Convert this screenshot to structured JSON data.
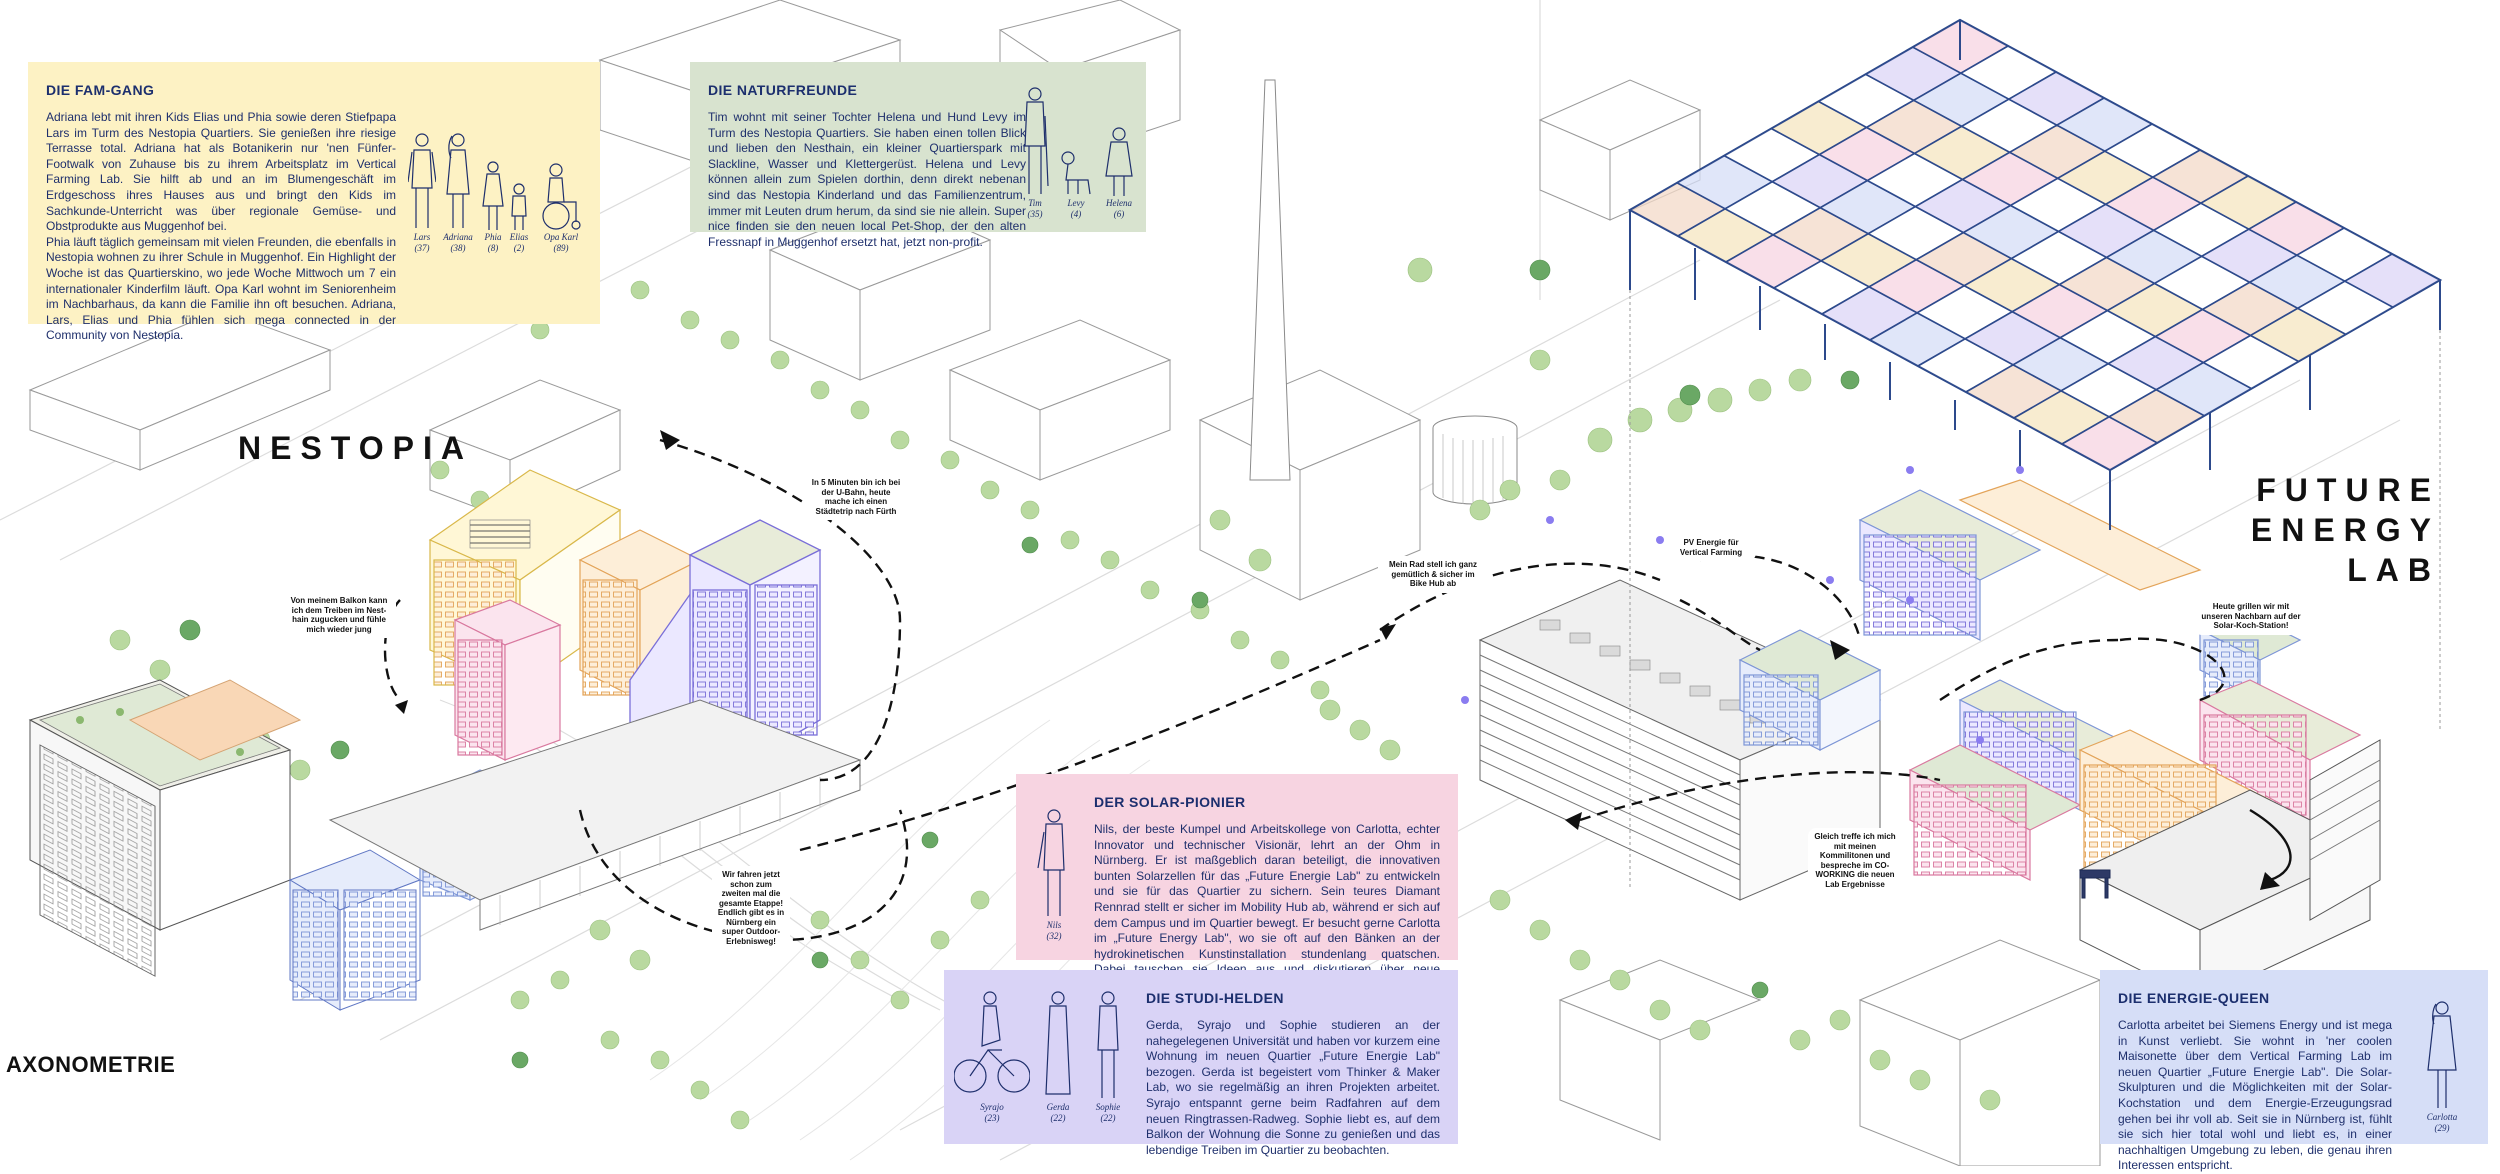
{
  "header": {
    "label_axonometrie": "AXONOMETRIE",
    "title_nestopia": "NESTOPIA",
    "title_future": [
      "FUTURE",
      "ENERGY",
      "LAB"
    ]
  },
  "panels": {
    "famgang": {
      "title": "DIE FAM-GANG",
      "p1": "Adriana lebt mit ihren Kids Elias und Phia sowie deren Stiefpapa Lars im Turm des Nestopia Quartiers. Sie genießen ihre riesige Terrasse total. Adriana hat als Botanikerin nur 'nen Fünfer-Footwalk von Zuhause bis zu ihrem Arbeitsplatz im Vertical Farming Lab. Sie hilft ab und an im Blumengeschäft im Erdgeschoss ihres Hauses aus und bringt den Kids im Sachkunde-Unterricht was über regionale Gemüse- und Obstprodukte aus Muggenhof bei.",
      "p2": "Phia läuft täglich gemeinsam mit vielen Freunden, die ebenfalls in Nestopia wohnen zu ihrer Schule in Muggenhof. Ein Highlight der Woche ist das Quartierskino, wo jede Woche Mittwoch um 7 ein internationaler Kinderfilm läuft. Opa Karl wohnt im Seniorenheim im Nachbarhaus, da kann die Familie ihn oft besuchen. Adriana, Lars, Elias und Phia fühlen sich mega connected in der Community von Nestopia.",
      "people": [
        {
          "name": "Lars",
          "age": "(37)"
        },
        {
          "name": "Adriana",
          "age": "(38)"
        },
        {
          "name": "Phia",
          "age": "(8)"
        },
        {
          "name": "Elias",
          "age": "(2)"
        },
        {
          "name": "Opa Karl",
          "age": "(89)"
        }
      ]
    },
    "naturfreunde": {
      "title": "DIE NATURFREUNDE",
      "p1": "Tim wohnt mit seiner Tochter Helena und Hund Levy im Turm des Nestopia Quartiers. Sie haben einen tollen Blick und lieben den Nesthain, ein kleiner Quartierspark mit Slackline, Wasser und Klettergerüst. Helena und Levy können allein zum Spielen dorthin, denn direkt nebenan sind das Nestopia Kinderland und das Familienzentrum, immer mit Leuten drum herum, da sind sie nie allein. Super nice finden sie den neuen local Pet-Shop, der den alten Fressnapf in Muggenhof ersetzt hat, jetzt non-profit.",
      "people": [
        {
          "name": "Tim",
          "age": "(35)"
        },
        {
          "name": "Levy",
          "age": "(4)"
        },
        {
          "name": "Helena",
          "age": "(6)"
        }
      ]
    },
    "solarpionier": {
      "title": "DER SOLAR-PIONIER",
      "p1": "Nils, der beste Kumpel und Arbeitskollege von Carlotta, echter Innovator und technischer Visionär, lehrt an der Ohm in Nürnberg. Er ist maßgeblich daran beteiligt, die innovativen bunten Solarzellen für das „Future Energie Lab\" zu entwickeln und sie für das Quartier zu sichern. Sein teures Diamant Rennrad stellt er sicher im Mobility Hub ab, während er sich auf dem Campus und im Quartier bewegt. Er besucht gerne Carlotta im „Future Energy Lab\", wo sie oft auf den Bänken an der hydrokinetischen Kunstinstallation stundenlang quatschen. Dabei tauschen sie Ideen aus und diskutieren über neue Entwicklungen der nachhaltigen Energiegewinnung.",
      "people": [
        {
          "name": "Nils",
          "age": "(32)"
        }
      ]
    },
    "studihelden": {
      "title": "DIE STUDI-HELDEN",
      "p1": "Gerda, Syrajo und Sophie studieren an der nahegelegenen Universität und haben vor kurzem eine Wohnung im neuen Quartier „Future Energie Lab\" bezogen. Gerda ist begeistert vom Thinker & Maker Lab, wo sie regelmäßig an ihren Projekten arbeitet. Syrajo entspannt gerne beim Radfahren auf dem neuen Ringtrassen-Radweg. Sophie liebt es, auf dem Balkon der Wohnung die Sonne zu genießen und das lebendige Treiben im Quartier zu beobachten.",
      "people": [
        {
          "name": "Syrajo",
          "age": "(23)"
        },
        {
          "name": "Gerda",
          "age": "(22)"
        },
        {
          "name": "Sophie",
          "age": "(22)"
        }
      ]
    },
    "energiequeen": {
      "title": "DIE ENERGIE-QUEEN",
      "p1": "Carlotta arbeitet bei Siemens Energy und ist mega in Kunst verliebt. Sie wohnt in 'ner coolen Maisonette über dem Vertical Farming Lab im neuen Quartier „Future Energie Lab\". Die Solar-Skulpturen und die Möglichkeiten mit der Solar-Kochstation und dem Energie-Erzeugungsrad gehen bei ihr voll ab. Seit sie in Nürnberg ist, fühlt sie sich hier total wohl und liebt es, in einer nachhaltigen Umgebung zu leben, die genau ihren Interessen entspricht.",
      "people": [
        {
          "name": "Carlotta",
          "age": "(29)"
        }
      ]
    }
  },
  "bubbles": {
    "balkon": "Von meinem Balkon kann ich dem Treiben im Nest-hain zugucken und fühle mich wieder jung",
    "ubahn": "In 5 Minuten bin ich bei der U-Bahn, heute mache ich einen Städtetrip nach Fürth",
    "fahren": "Wir fahren jetzt schon zum zweiten mal die gesamte Etappe! Endlich gibt es in Nürnberg ein super Outdoor-Erlebnisweg!",
    "rad": "Mein Rad stell ich ganz gemütlich & sicher im Bike Hub ab",
    "pv": "PV Energie für Vertical Farming",
    "grillen": "Heute grillen wir mit unseren Nachbarn auf der Solar-Koch-Station!",
    "cowork": "Gleich treffe ich mich mit meinen Kommilitonen und bespreche im CO-WORKING die neuen Lab Ergebnisse"
  },
  "colors": {
    "yellow": "#fdf2c4",
    "green": "#d8e3cf",
    "pink": "#f7d4e1",
    "purple": "#d9d3f6",
    "blue": "#d6def7",
    "ink": "#1c2f6e",
    "frame": "#2d4a8c"
  }
}
